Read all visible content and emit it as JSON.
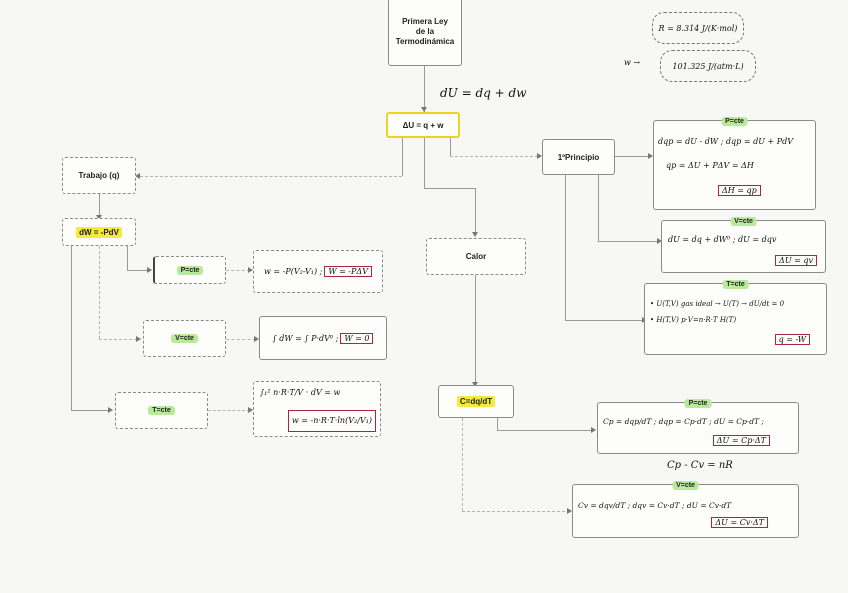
{
  "title_box": {
    "line1": "Primera Ley",
    "line2": "de la",
    "line3": "Termodinámica"
  },
  "first_law_handwritten": "dU = dq + dw",
  "main_equation": "ΔU = q + w",
  "constants": {
    "R_value": "R = 8.314 J/(K·mol)",
    "w_label": "w →",
    "w_conversion": "101.325 J/(atm·L)"
  },
  "trabajo": {
    "label": "Trabajo (q)",
    "equation": "dW = -PdV",
    "branches": [
      {
        "condition": "P=cte",
        "formula": "w = -P(V₂-V₁) ;",
        "result": "W = -PΔV"
      },
      {
        "condition": "V=cte",
        "formula": "∫ dW = ∫ P·dV⁰ ;",
        "result": "W = 0"
      },
      {
        "condition": "T=cte",
        "formula": "∫₁² n·R·T/V · dV = w",
        "result": "w = -n·R·T·ln(V₂/V₁)"
      }
    ]
  },
  "calor": {
    "label": "Calor",
    "equation": "C=dq/dT",
    "branches": [
      {
        "condition": "P=cte",
        "formula": "Cp = dqp/dT ; dqp = Cp·dT ; dU = Cp·dT ;",
        "result": "ΔU = Cp·ΔT"
      },
      {
        "condition": "V=cte",
        "formula": "Cv = dqv/dT ; dqv = Cv·dT ; dU = Cv·dT",
        "result": "ΔU = Cv·ΔT"
      }
    ],
    "relation": "Cp - Cv = nR"
  },
  "principio": {
    "label": "1ºPrincipio",
    "branches": [
      {
        "condition": "P=cte",
        "line1": "dqp = dU - dW ; dqp = dU + PdV",
        "line2": "qp = ΔU + PΔV = ΔH",
        "result": "ΔH = qp"
      },
      {
        "condition": "V=cte",
        "line1": "dU = dq + dW⁰ ; dU = dqv",
        "result": "ΔU = qv"
      },
      {
        "condition": "T=cte",
        "line1": "• U(T,V)  gas ideal →  U(T)  →  dU/dt = 0",
        "line2": "• H(T,V)  p·V=n·R·T  H(T)",
        "result": "q = -W"
      }
    ]
  }
}
